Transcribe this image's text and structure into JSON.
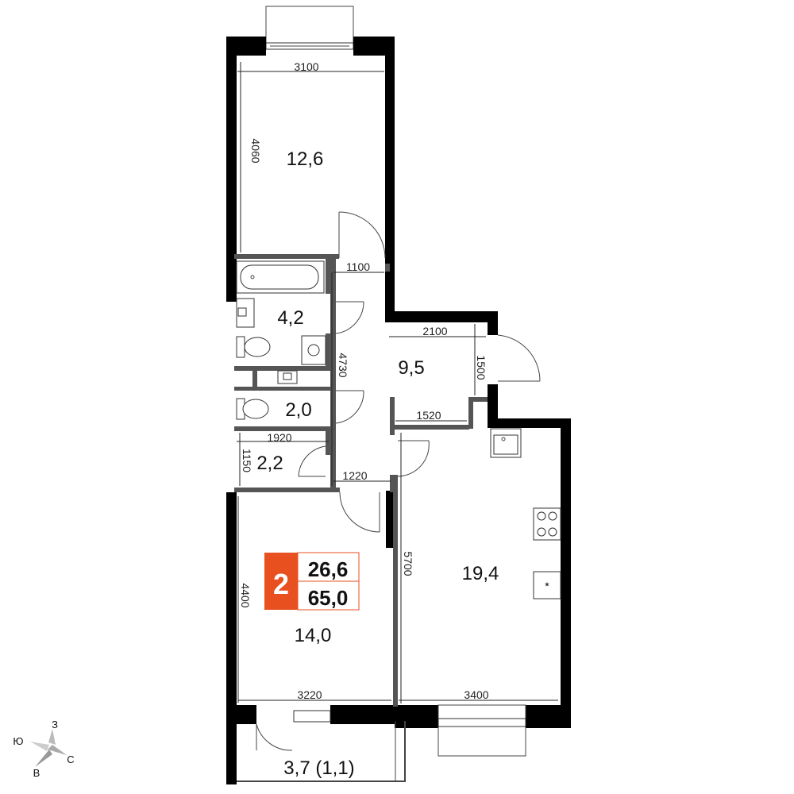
{
  "rooms": [
    {
      "id": "bedroom-1",
      "area": "12,6"
    },
    {
      "id": "bathroom",
      "area": "4,2"
    },
    {
      "id": "hall",
      "area": "9,5"
    },
    {
      "id": "wc",
      "area": "2,0"
    },
    {
      "id": "storage",
      "area": "2,2"
    },
    {
      "id": "bedroom-2",
      "area": "14,0"
    },
    {
      "id": "kitchen-living",
      "area": "19,4"
    },
    {
      "id": "balcony",
      "area": "3,7 (1,1)"
    }
  ],
  "dimensions": {
    "d3100": "3100",
    "d4060": "4060",
    "d1100": "1100",
    "d4730": "4730",
    "d2100": "2100",
    "d1500": "1500",
    "d1520": "1520",
    "d1920": "1920",
    "d1150": "1150",
    "d1220": "1220",
    "d5700": "5700",
    "d4400": "4400",
    "d3220": "3220",
    "d3400": "3400"
  },
  "summary": {
    "rooms_count": "2",
    "living_area": "26,6",
    "total_area": "65,0",
    "badge_color": "#e8501f"
  },
  "compass": {
    "north": "З",
    "south": "В",
    "east": "С",
    "west": "Ю"
  }
}
